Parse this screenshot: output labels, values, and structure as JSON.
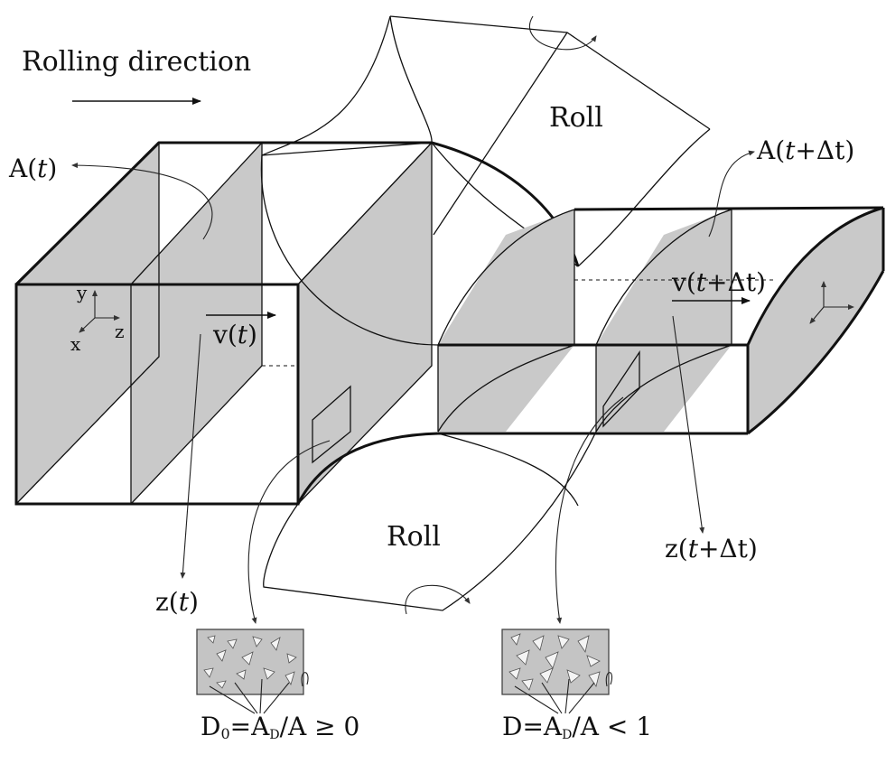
{
  "labels": {
    "rolling_direction": "Rolling direction",
    "roll_top": "Roll",
    "roll_bottom": "Roll",
    "area_t_pre": "A(",
    "area_t_var": "t",
    "area_t_post": ")",
    "area_tdt_pre": "A(",
    "area_tdt_var": "t",
    "area_tdt_post": "+Δt)",
    "vel_t_pre": "v(",
    "vel_t_var": "t",
    "vel_t_post": ")",
    "vel_tdt_pre": "v(",
    "vel_tdt_var": "t",
    "vel_tdt_post": "+Δt)",
    "z_t_pre": "z(",
    "z_t_var": "t",
    "z_t_post": ")",
    "z_tdt_pre": "z(",
    "z_tdt_var": "t",
    "z_tdt_post": "+Δt)",
    "axis_x": "x",
    "axis_y": "y",
    "axis_z": "z",
    "damage_initial_left": "D",
    "damage_initial_sub": "0",
    "damage_initial_mid": "=A",
    "damage_initial_sub2": "D",
    "damage_initial_right": "/A ≥ 0",
    "damage_final_left": "D=A",
    "damage_final_sub": "D",
    "damage_final_right": "/A < 1"
  },
  "colors": {
    "shade": "#c9c9c9",
    "stroke": "#111111",
    "background": "#ffffff"
  }
}
